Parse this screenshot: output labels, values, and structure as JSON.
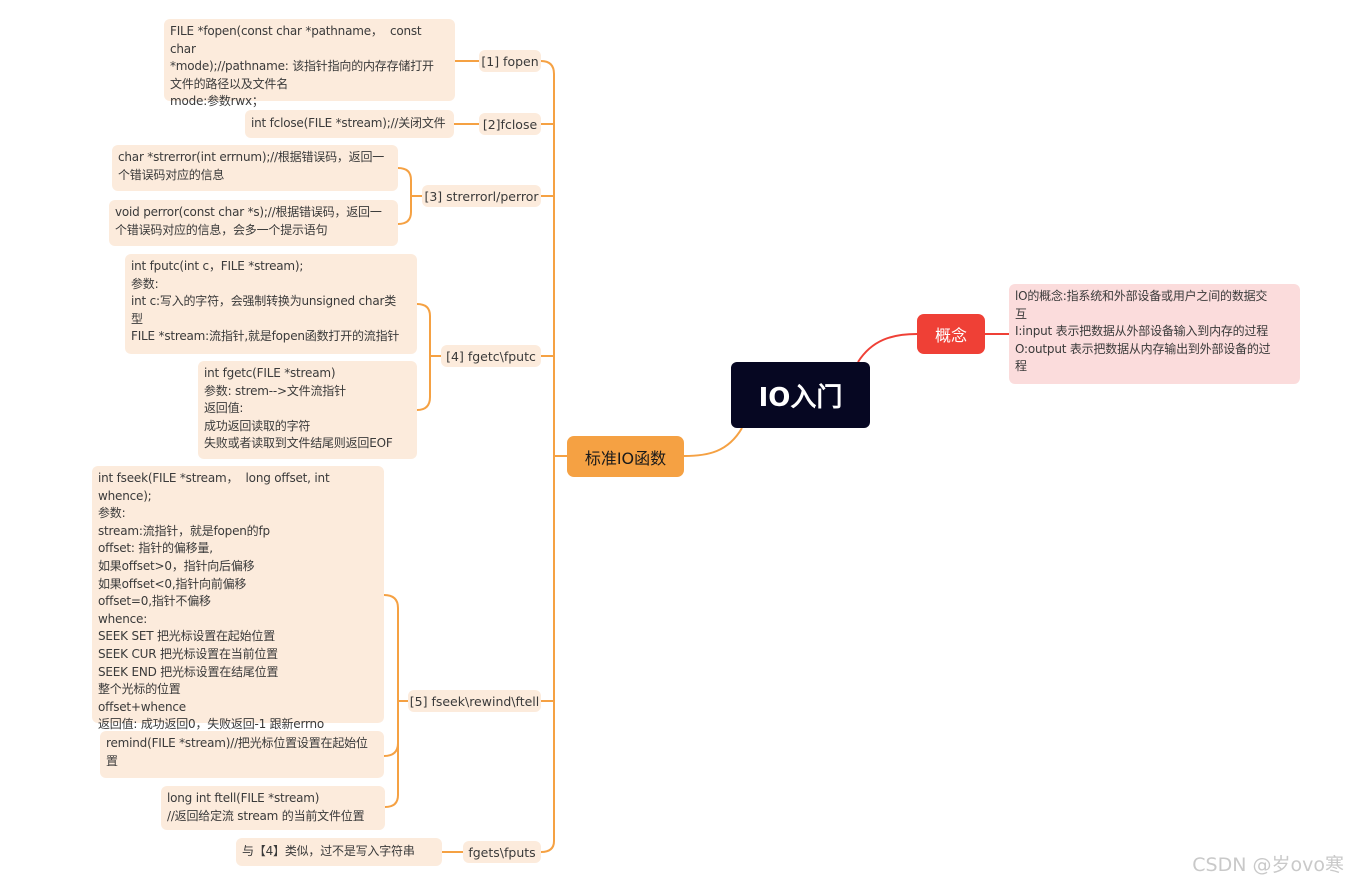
{
  "root": {
    "label": "IO入门"
  },
  "concept": {
    "label": "概念",
    "text": "lO的概念:指系统和外部设备或用户之间的数据交\n互\nI:input 表示把数据从外部设备输入到内存的过程\nO:output 表示把数据从内存输出到外部设备的过\n程"
  },
  "stdio": {
    "label": "标准IO函数",
    "branches": [
      {
        "label": "[1] fopen",
        "leaves": [
          "FILE *fopen(const char *pathname，  const char\n*mode);//pathname: 该指针指向的内存存储打开\n文件的路径以及文件名\nmode:参数rwx；"
        ]
      },
      {
        "label": "[2]fclose",
        "leaves": [
          "int fclose(FILE *stream);//关闭文件"
        ]
      },
      {
        "label": "[3] strerrorl/perror",
        "leaves": [
          "char *strerror(int errnum);//根据错误码，返回一\n个错误码对应的信息",
          "void perror(const char *s);//根据错误码，返回一\n个错误码对应的信息，会多一个提示语句"
        ]
      },
      {
        "label": "[4] fgetc\\fputc",
        "leaves": [
          "int fputc(int c，FILE *stream);\n参数:\nint c:写入的字符，会强制转换为unsigned char类\n型\nFILE *stream:流指针,就是fopen函数打开的流指针",
          "int fgetc(FILE *stream)\n参数: strem-->文件流指针\n返回值:\n成功返回读取的字符\n失败或者读取到文件结尾则返回EOF"
        ]
      },
      {
        "label": "[5] fseek\\rewind\\ftell",
        "leaves": [
          "int fseek(FILE *stream，  long offset, int whence);\n参数:\nstream:流指针，就是fopen的fp\noffset: 指针的偏移量,\n如果offset>0，指针向后偏移\n如果offset<0,指针向前偏移\noffset=0,指针不偏移\nwhence:\nSEEK SET 把光标设置在起始位置\nSEEK CUR 把光标设置在当前位置\nSEEK END 把光标设置在结尾位置\n整个光标的位置\noffset+whence\n返回值: 成功返回0，失败返回-1 跟新errno",
          "remind(FILE *stream)//把光标位置设置在起始位\n置",
          "long int ftell(FILE *stream)\n//返回给定流 stream 的当前文件位置"
        ]
      },
      {
        "label": "fgets\\fputs",
        "leaves": [
          "与【4】类似，过不是写入字符串"
        ]
      }
    ]
  },
  "watermark": "CSDN @岁ovo寒",
  "colors": {
    "root_bg": "#060722",
    "concept": "#ef4036",
    "concept_leaf": "#fbdcdc",
    "stdio": "#f5a143",
    "leaf_bg": "#fcebdc",
    "line_orange": "#f5a143",
    "line_red": "#ef4036"
  }
}
